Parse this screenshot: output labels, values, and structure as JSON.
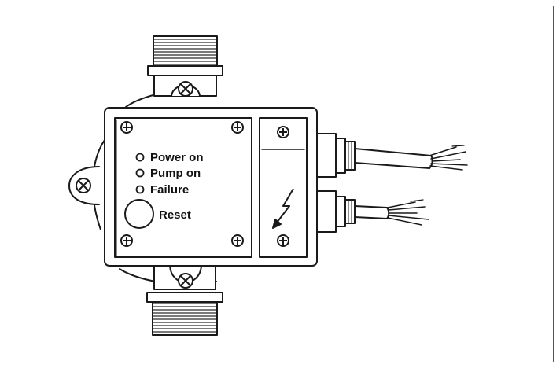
{
  "diagram": {
    "indicators": [
      {
        "label": "Power on"
      },
      {
        "label": "Pump on"
      },
      {
        "label": "Failure"
      }
    ],
    "reset_label": "Reset",
    "icons": {
      "screw": "screw-icon",
      "lightning": "lightning-icon"
    },
    "colors": {
      "line": "#1a1a1a",
      "background": "#ffffff"
    }
  }
}
